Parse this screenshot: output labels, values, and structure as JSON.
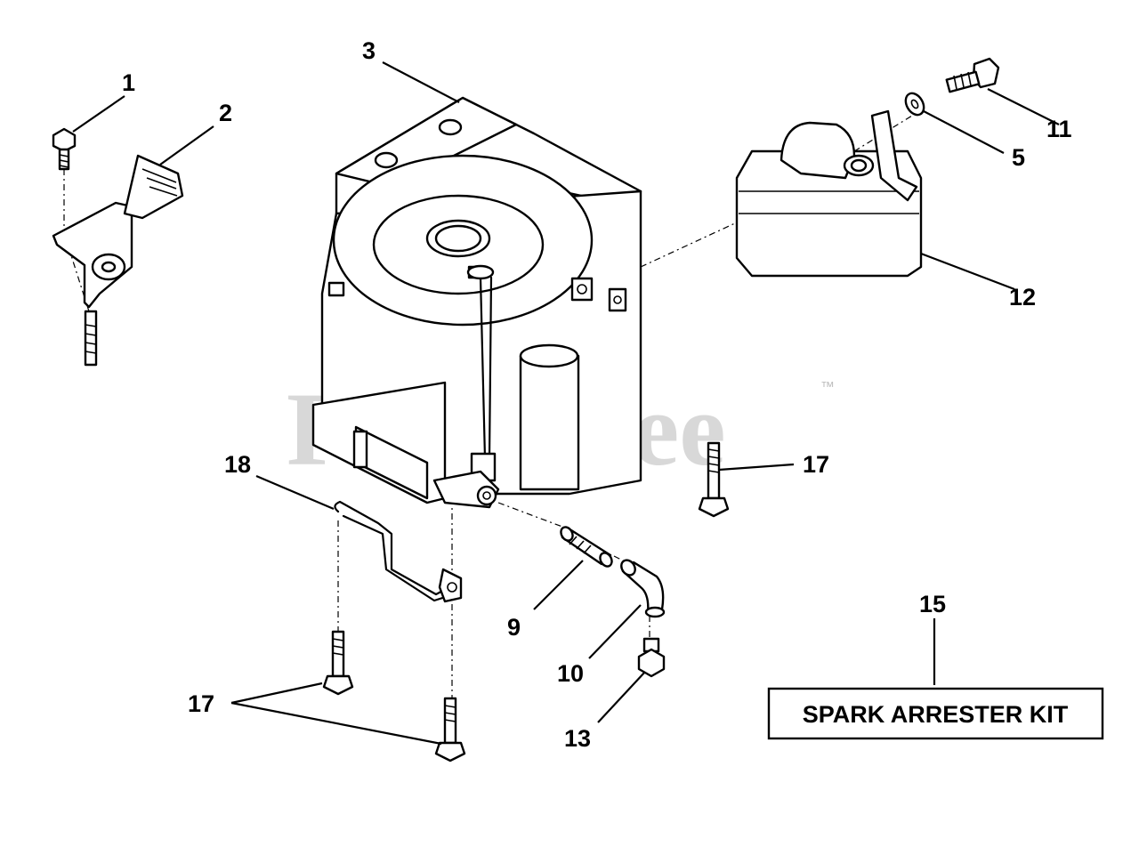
{
  "watermark": {
    "text": "PartsTree",
    "trademark": "™"
  },
  "callouts": {
    "c1": "1",
    "c2": "2",
    "c3": "3",
    "c5": "5",
    "c9": "9",
    "c10": "10",
    "c11": "11",
    "c12": "12",
    "c13": "13",
    "c15": "15",
    "c17a": "17",
    "c17b": "17",
    "c18": "18"
  },
  "kit_label": "SPARK ARRESTER KIT"
}
